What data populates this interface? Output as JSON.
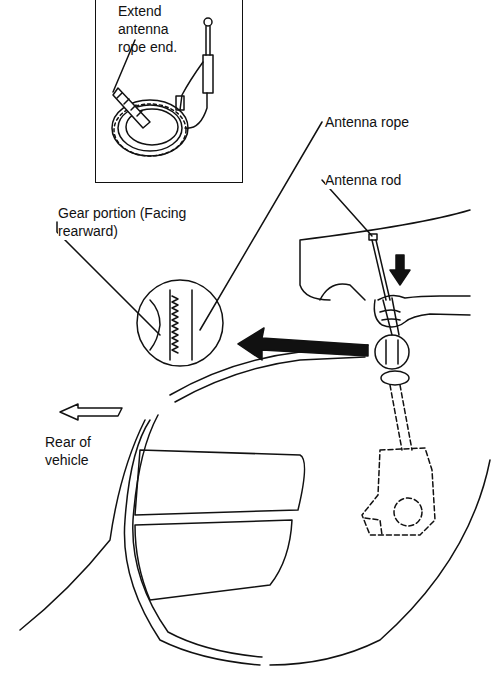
{
  "diagram": {
    "nodes": [
      {
        "text": [
          "Extend antenna rope end."
        ]
      }
    ],
    "labels": [
      "Antenna rope",
      "Antenna rod",
      "Gear portion (Facing rearward)",
      "Rear of vehicle"
    ]
  }
}
